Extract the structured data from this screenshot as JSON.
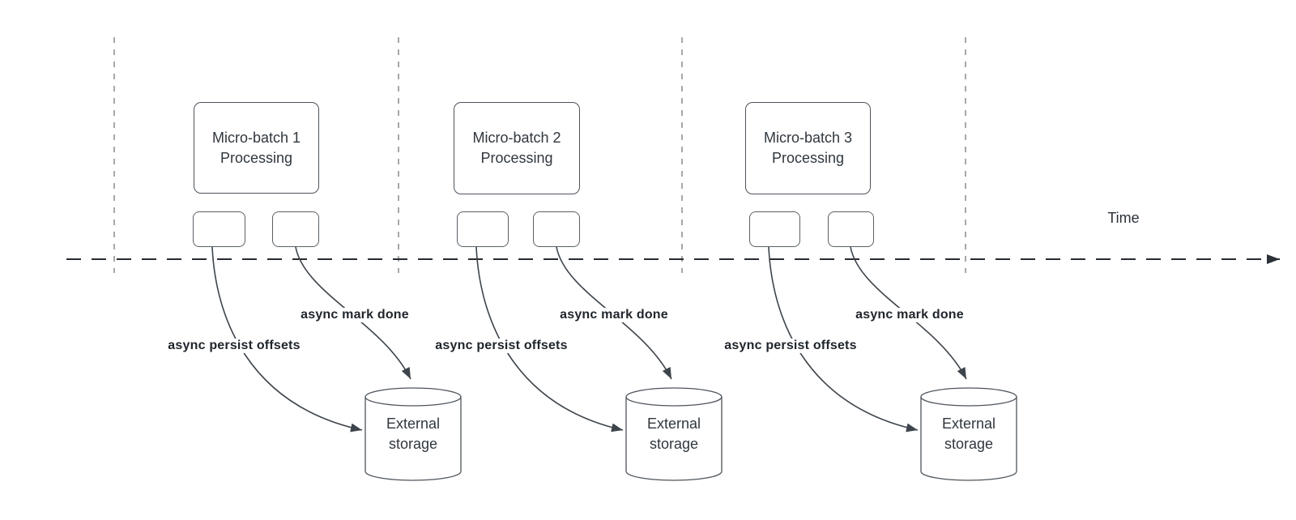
{
  "diagram": {
    "time_axis_label": "Time"
  },
  "batches": [
    {
      "id": 1,
      "title_line1": "Micro-batch 1",
      "title_line2": "Processing",
      "persist_arrow_label": "async persist offsets",
      "done_arrow_label": "async mark done",
      "storage_line1": "External",
      "storage_line2": "storage"
    },
    {
      "id": 2,
      "title_line1": "Micro-batch 2",
      "title_line2": "Processing",
      "persist_arrow_label": "async persist offsets",
      "done_arrow_label": "async mark done",
      "storage_line1": "External",
      "storage_line2": "storage"
    },
    {
      "id": 3,
      "title_line1": "Micro-batch 3",
      "title_line2": "Processing",
      "persist_arrow_label": "async persist offsets",
      "done_arrow_label": "async mark done",
      "storage_line1": "External",
      "storage_line2": "storage"
    }
  ],
  "colors": {
    "background": "#ffffff",
    "time_axis": "#262b31",
    "segment_gridline": "#a8a8a8",
    "connector": "#3d444b",
    "shape_border": "#4d545b",
    "shape_fill": "#ffffff",
    "node_text": "#30373e",
    "edge_label_text": "#20262c"
  }
}
